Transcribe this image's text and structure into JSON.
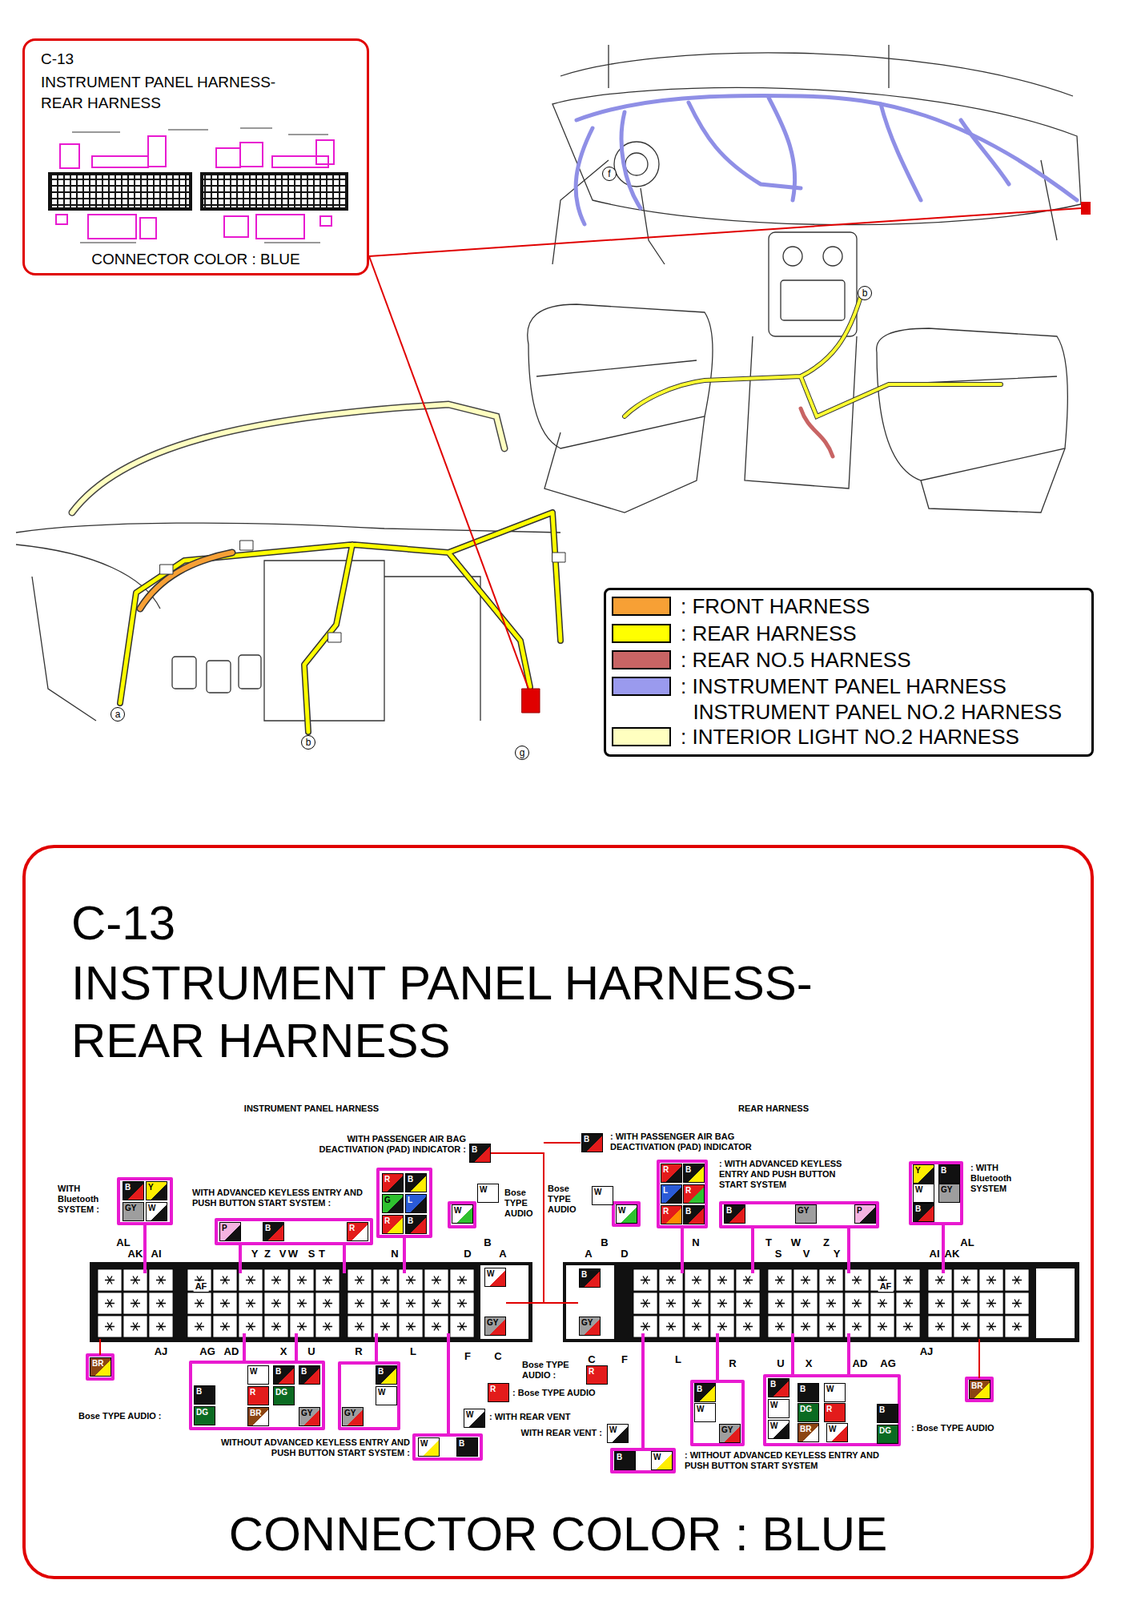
{
  "diagram": {
    "nodes": [
      {
        "text": [
          "C-13",
          "INSTRUMENT PANEL HARNESS- REAR HARNESS",
          "CONNECTOR COLOR : BLUE"
        ]
      },
      {
        "text": [
          "C-13",
          "INSTRUMENT PANEL HARNESS- REAR HARNESS",
          "CONNECTOR COLOR : BLUE"
        ]
      }
    ],
    "labels": [
      "f",
      "b",
      "a",
      "b",
      "g",
      "INSTRUMENT PANEL HARNESS",
      "REAR HARNESS",
      "WITH Bluetooth SYSTEM :",
      "WITH ADVANCED KEYLESS ENTRY AND PUSH BUTTON START SYSTEM :",
      "WITH PASSENGER AIR BAG DEACTIVATION (PAD) INDICATOR :",
      "Bose TYPE AUDIO",
      "Bose TYPE AUDIO",
      ": WITH PASSENGER AIR BAG DEACTIVATION (PAD) INDICATOR",
      ": WITH ADVANCED KEYLESS ENTRY AND PUSH BUTTON START SYSTEM",
      ": WITH Bluetooth SYSTEM",
      "Bose TYPE AUDIO :",
      "WITHOUT ADVANCED KEYLESS ENTRY AND PUSH BUTTON START SYSTEM :",
      "Bose TYPE AUDIO :",
      ": Bose TYPE AUDIO",
      ": WITH REAR VENT",
      "WITH REAR VENT :",
      ": WITHOUT ADVANCED KEYLESS ENTRY AND PUSH BUTTON START SYSTEM",
      ": Bose TYPE AUDIO",
      "AL",
      "AK",
      "AI",
      "Y",
      "Z",
      "V",
      "W",
      "S",
      "T",
      "N",
      "D",
      "B",
      "A",
      "AF",
      "AJ",
      "AG",
      "AD",
      "X",
      "U",
      "R",
      "L",
      "F",
      "C",
      "A",
      "B",
      "D",
      "N",
      "T",
      "S",
      "W",
      "V",
      "Z",
      "Y",
      "AI",
      "AK",
      "AL",
      "AF",
      "C",
      "F",
      "L",
      "R",
      "U",
      "X",
      "AD",
      "AG",
      "AJ",
      "B",
      "Y",
      "GY",
      "W",
      "B",
      "R",
      "B",
      "G",
      "L",
      "R",
      "B",
      "P",
      "B",
      "R",
      "W",
      "W",
      "W",
      "GY",
      "BR",
      "B",
      "DG",
      "W",
      "B",
      "B",
      "R",
      "DG",
      "BR",
      "GY",
      "GY",
      "B",
      "W",
      "W",
      "B",
      "R",
      "W",
      "B",
      "W",
      "W",
      "R",
      "B",
      "L",
      "R",
      "R",
      "B",
      "B",
      "GY",
      "P",
      "Y",
      "B",
      "W",
      "GY",
      "B",
      "B",
      "GY",
      "R",
      "W",
      "B",
      "W",
      "B",
      "W",
      "GY",
      "B",
      "B",
      "W",
      "W",
      "DG",
      "R",
      "W",
      "BR",
      "W",
      "B",
      "DG",
      "BR"
    ],
    "legend": [
      {
        "text": ": FRONT HARNESS",
        "color": "#f7a035"
      },
      {
        "text": ": REAR HARNESS",
        "color": "#ffff00"
      },
      {
        "text": ": REAR NO.5 HARNESS",
        "color": "#c86464"
      },
      {
        "text": ": INSTRUMENT PANEL HARNESS INSTRUMENT PANEL NO.2 HARNESS",
        "color": "#9a9aee"
      },
      {
        "text": ": INTERIOR LIGHT NO.2 HARNESS",
        "color": "#ffffc0"
      }
    ]
  }
}
